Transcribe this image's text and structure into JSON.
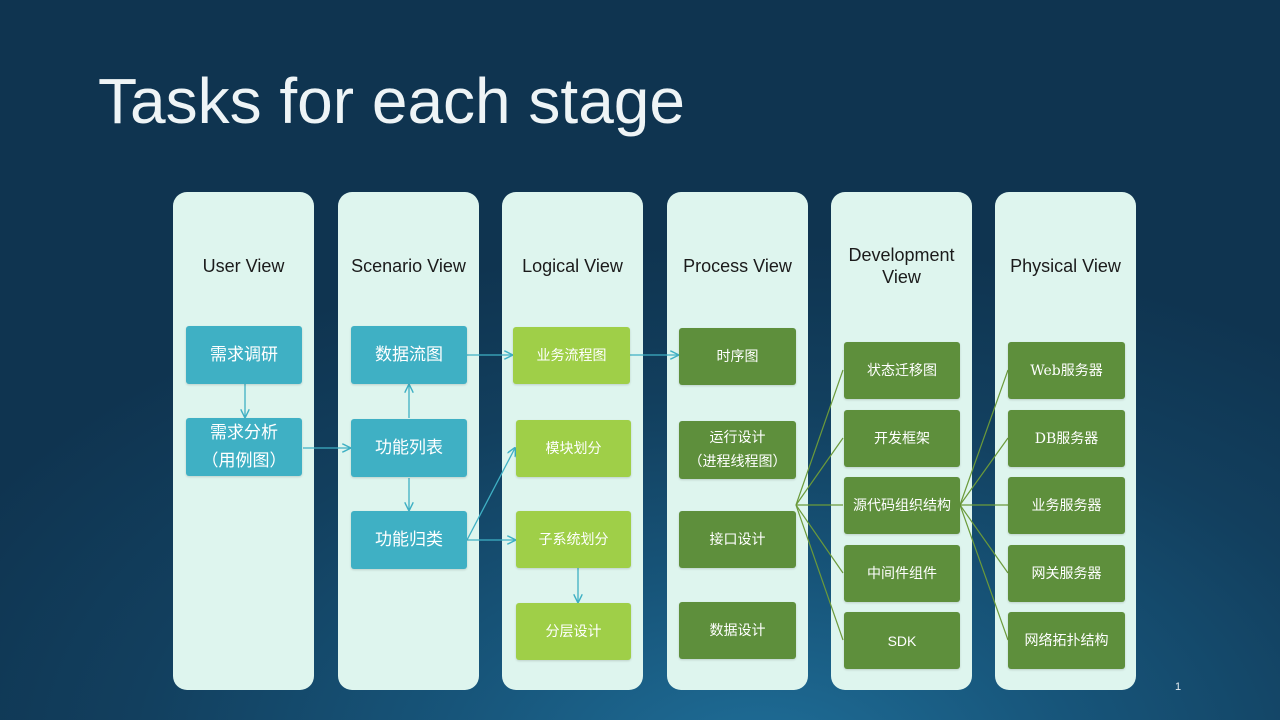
{
  "slide": {
    "title": "Tasks for each stage",
    "page_number": "1"
  },
  "columns": [
    {
      "title": "User View",
      "boxes": [
        "需求调研",
        "需求分析（用例图）"
      ]
    },
    {
      "title": "Scenario View",
      "boxes": [
        "数据流图",
        "功能列表",
        "功能归类"
      ]
    },
    {
      "title": "Logical View",
      "boxes": [
        "业务流程图",
        "模块划分",
        "子系统划分",
        "分层设计"
      ]
    },
    {
      "title": "Process View",
      "boxes": [
        "时序图",
        "运行设计（进程线程图）",
        "接口设计",
        "数据设计"
      ]
    },
    {
      "title": "Development View",
      "boxes": [
        "状态迁移图",
        "开发框架",
        "源代码组织结构",
        "中间件组件",
        "SDK"
      ]
    },
    {
      "title": "Physical View",
      "boxes": [
        "Web服务器",
        "DB服务器",
        "业务服务器",
        "网关服务器",
        "网络拓扑结构"
      ]
    }
  ],
  "labels": {
    "u_req_research": "需求调研",
    "u_req_analysis_1": "需求分析",
    "u_req_analysis_2": "（用例图）",
    "s_dataflow": "数据流图",
    "s_featurelist": "功能列表",
    "s_featuregroup": "功能归类",
    "l_bizflow": "业务流程图",
    "l_modules": "模块划分",
    "l_subsystems": "子系统划分",
    "l_layers": "分层设计",
    "p_sequence": "时序图",
    "p_runtime_1": "运行设计",
    "p_runtime_2": "（进程线程图）",
    "p_interface": "接口设计",
    "p_data": "数据设计",
    "d_statechart": "状态迁移图",
    "d_framework": "开发框架",
    "d_source": "源代码组织结构",
    "d_middleware": "中间件组件",
    "d_sdk": "SDK",
    "ph_web": "Web服务器",
    "ph_db": "DB服务器",
    "ph_biz": "业务服务器",
    "ph_gateway": "网关服务器",
    "ph_topology": "网络拓扑结构"
  },
  "colors": {
    "panel": "#def5ee",
    "teal": "#3fb0c4",
    "lime": "#9fcf48",
    "green": "#5e8f3c",
    "arrow": "#3fb0c4",
    "line": "#6b9a3a"
  }
}
